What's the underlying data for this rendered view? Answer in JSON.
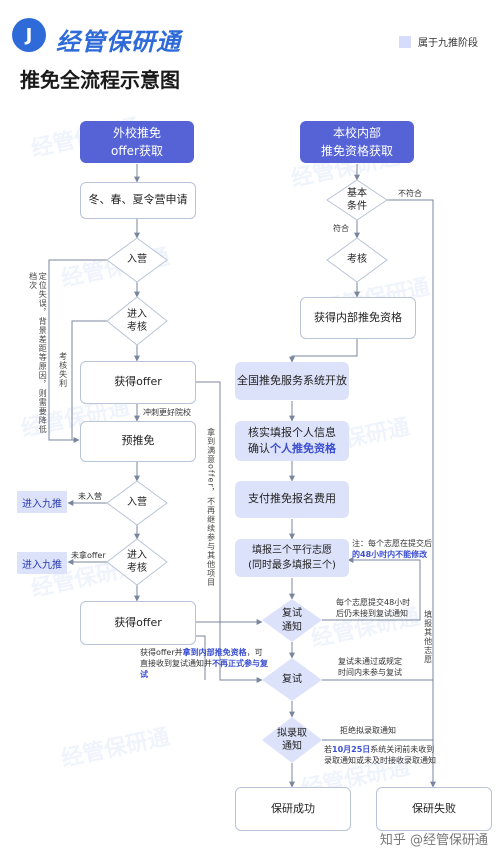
{
  "header": {
    "logo_glyph": "J",
    "brand": "经管保研通",
    "title": "推免全流程示意图",
    "legend_label": "属于九推阶段",
    "legend_color": "#d6dcfb"
  },
  "left": {
    "external_header": "外校推免\noffer获取",
    "camps": "冬、春、夏令营申请",
    "d_enter": "入营",
    "d_assess": "进入\n考核",
    "get_offer": "获得offer",
    "label_better": "冲刺更好院校",
    "pre": "预推免",
    "d_enter2": "入营",
    "d_assess2": "进入\n考核",
    "get_offer2": "获得offer",
    "label_not_enter": "未入营",
    "label_no_offer": "未拿offer",
    "btn_nine1": "进入九推",
    "btn_nine2": "进入九推",
    "vnote_left": "定位失误，背景差距等原因，则需要降低档次",
    "vnote_fail": "考核失利",
    "vnote_right": "拿到满意offer，不再继续参与其他项目"
  },
  "offer_note": {
    "p1": "获得offer并",
    "p2": "拿到内部推免资格",
    "p3": "，可直接收到复试通知并",
    "p4": "不再正式参与复试"
  },
  "right": {
    "internal_header": "本校内部\n推免资格获取",
    "d_basic": "基本\n条件",
    "label_ok": "符合",
    "label_not_ok": "不符合",
    "d_assess": "考核",
    "get_internal": "获得内部推免资格"
  },
  "middle": {
    "s1": "全国推免服务系统开放",
    "s2_line1": "核实填报个人信息",
    "s2_prefix": "确认",
    "s2_hl": "个人推免资格",
    "s3": "支付推免报名费用",
    "s4": "填报三个平行志愿\n(同时最多填报三个)",
    "note_s4_a": "注：每个志愿在提交后",
    "note_s4_b": "的48小时内不能修改",
    "d_notice": "复试\n通知",
    "note_notice": "每个志愿提交48小时\n后仍未接到复试通知",
    "d_retest": "复试",
    "note_retest": "复试未通过或规定\n时间内未参与复试",
    "d_admit": "拟录取\n通知",
    "note_admit1": "拒绝拟录取通知",
    "note_admit2a": "若",
    "note_admit2b": "10月25日",
    "note_admit2c": "系统关闭前未收到\n录取通知或未及时接收录取通知",
    "vnote_fill": "填报其他志愿",
    "success": "保研成功",
    "fail": "保研失败"
  },
  "footer": "知乎 @经管保研通"
}
